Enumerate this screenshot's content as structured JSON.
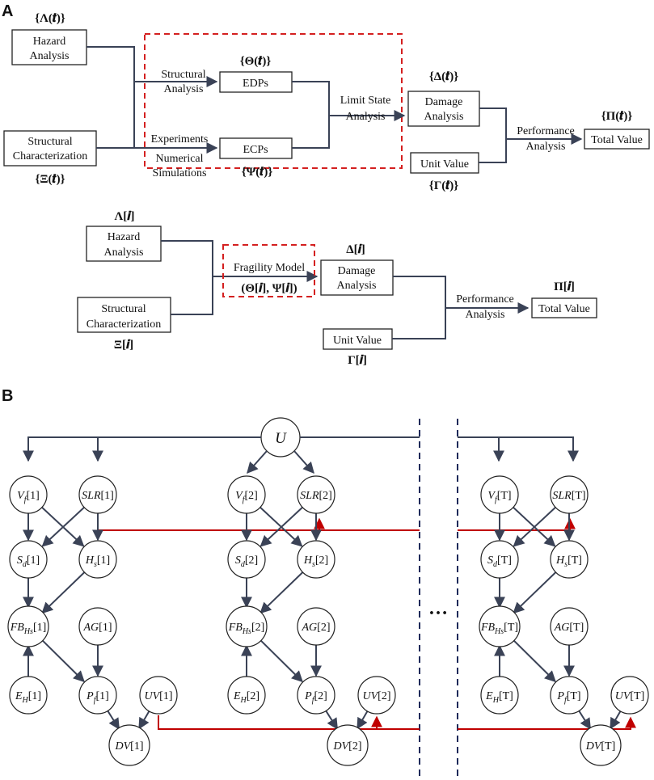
{
  "panel_a": {
    "label": "A",
    "top": {
      "hazard_symbol": "{Λ(𝒕)}",
      "hazard_box": [
        "Hazard",
        "Analysis"
      ],
      "struct_char_box": [
        "Structural",
        "Characterization"
      ],
      "struct_char_symbol": "{Ξ(𝒕)}",
      "edp_symbol": "{Θ(𝒕)}",
      "structural_analysis": [
        "Structural",
        "Analysis"
      ],
      "edps_box": "EDPs",
      "experiments": "Experiments",
      "numerical_simulations": [
        "Numerical",
        "Simulations"
      ],
      "ecps_box": "ECPs",
      "ecp_symbol": "{Ψ(𝒕)}",
      "limit_state": [
        "Limit State",
        "Analysis"
      ],
      "damage_symbol": "{Δ(𝒕)}",
      "damage_box": [
        "Damage",
        "Analysis"
      ],
      "unit_value_box": "Unit Value",
      "unit_value_symbol": "{Γ(𝒕)}",
      "performance": [
        "Performance",
        "Analysis"
      ],
      "total_value_symbol": "{Π(𝒕)}",
      "total_value_box": "Total Value"
    },
    "bottom": {
      "hazard_symbol": "Λ[𝒊]",
      "hazard_box": [
        "Hazard",
        "Analysis"
      ],
      "struct_char_box": [
        "Structural",
        "Characterization"
      ],
      "struct_char_symbol": "Ξ[𝒊]",
      "fragility_model": "Fragility Model",
      "fragility_params": "(Θ[𝒊], Ψ[𝒊])",
      "damage_symbol": "Δ[𝒊]",
      "damage_box": [
        "Damage",
        "Analysis"
      ],
      "unit_value_box": "Unit Value",
      "unit_value_symbol": "Γ[𝒊]",
      "performance": [
        "Performance",
        "Analysis"
      ],
      "total_value_symbol": "Π[𝒊]",
      "total_value_box": "Total Value"
    }
  },
  "panel_b": {
    "label": "B",
    "root": "U",
    "ellipsis": "…",
    "groups": [
      {
        "vf": "V_f[1]",
        "slr": "SLR[1]",
        "sd": "S_d[1]",
        "hs": "H_s[1]",
        "fb": "FB_Hs[1]",
        "ag": "AG[1]",
        "eh": "E_H[1]",
        "pf": "P_f[1]",
        "uv": "UV[1]",
        "dv": "DV[1]"
      },
      {
        "vf": "V_f[2]",
        "slr": "SLR[2]",
        "sd": "S_d[2]",
        "hs": "H_s[2]",
        "fb": "FB_Hs[2]",
        "ag": "AG[2]",
        "eh": "E_H[2]",
        "pf": "P_f[2]",
        "uv": "UV[2]",
        "dv": "DV[2]"
      },
      {
        "vf": "V_f[T]",
        "slr": "SLR[T]",
        "sd": "S_d[T]",
        "hs": "H_s[T]",
        "fb": "FB_Hs[T]",
        "ag": "AG[T]",
        "eh": "E_H[T]",
        "pf": "P_f[T]",
        "uv": "UV[T]",
        "dv": "DV[T]"
      }
    ],
    "labels": {
      "vf_main": "V",
      "vf_sub": "f",
      "slr": "SLR",
      "sd_main": "S",
      "sd_sub": "d",
      "hs_main": "H",
      "hs_sub": "s",
      "fb_main": "FB",
      "fb_sub": "Hs",
      "ag": "AG",
      "eh_main": "E",
      "eh_sub": "H",
      "pf_main": "P",
      "pf_sub": "f",
      "uv": "UV",
      "dv": "DV",
      "idx": [
        "[1]",
        "[2]",
        "[T]"
      ]
    },
    "colors": {
      "edge": "#3a4256",
      "temporal": "#c00000",
      "separator": "#1e2a5a"
    }
  }
}
